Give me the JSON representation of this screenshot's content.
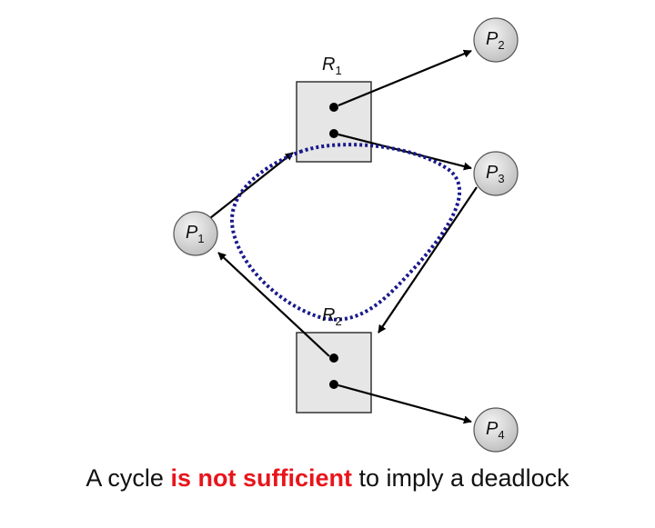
{
  "diagram": {
    "resources": [
      {
        "id": "R1",
        "label": "R",
        "sub": "1",
        "instances": 2
      },
      {
        "id": "R2",
        "label": "R",
        "sub": "2",
        "instances": 2
      }
    ],
    "processes": [
      {
        "id": "P1",
        "label": "P",
        "sub": "1"
      },
      {
        "id": "P2",
        "label": "P",
        "sub": "2"
      },
      {
        "id": "P3",
        "label": "P",
        "sub": "3"
      },
      {
        "id": "P4",
        "label": "P",
        "sub": "4"
      }
    ],
    "edges": [
      {
        "from": "P1",
        "to": "R1",
        "kind": "request"
      },
      {
        "from": "R1",
        "to": "P2",
        "kind": "assignment"
      },
      {
        "from": "R1",
        "to": "P3",
        "kind": "assignment"
      },
      {
        "from": "P3",
        "to": "R2",
        "kind": "request"
      },
      {
        "from": "R2",
        "to": "P1",
        "kind": "assignment"
      },
      {
        "from": "R2",
        "to": "P4",
        "kind": "assignment"
      }
    ],
    "colors": {
      "node_fill": "#d9d9d9",
      "resource_fill": "#e6e6e6",
      "edge": "#000000",
      "cycle": "#1a1a8c",
      "emphasis": "#e8151b"
    }
  },
  "caption": {
    "before": "A cycle ",
    "emphasis": "is not sufficient",
    "after": " to imply a deadlock"
  }
}
